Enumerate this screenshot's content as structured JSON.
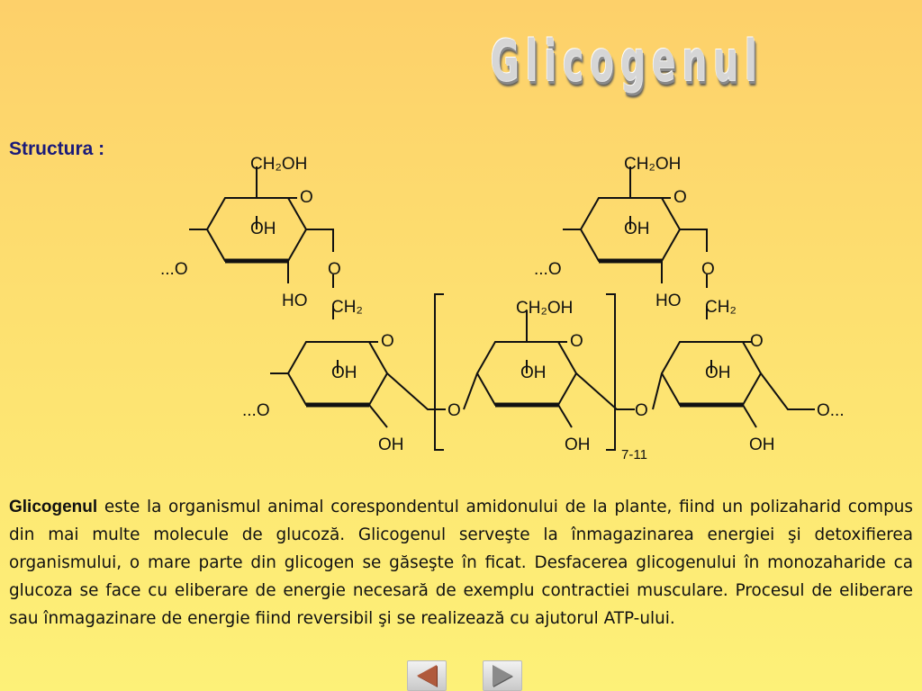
{
  "slide": {
    "title": "Glicogenul",
    "section_label": "Structura :"
  },
  "structure": {
    "units": [
      {
        "ch2oh": "CH₂OH",
        "ring_o": "O",
        "oh_top": "OH",
        "oh_bottom": "HO",
        "left_o": "...O",
        "link_o": "O",
        "link_ch2": "CH₂"
      },
      {
        "ch2oh": "CH₂OH",
        "ring_o": "O",
        "oh_top": "OH",
        "oh_bottom": "HO",
        "left_o": "...O",
        "link_o": "O",
        "link_ch2": "CH₂"
      }
    ],
    "chain": [
      {
        "ring_o": "O",
        "oh_top": "OH",
        "oh_bottom": "OH",
        "left_o": "...O"
      },
      {
        "ch2oh": "CH₂OH",
        "ring_o": "O",
        "oh_top": "OH",
        "oh_bottom": "OH",
        "link_o_left": "O",
        "link_o_right": "O"
      },
      {
        "ring_o": "O",
        "oh_top": "OH",
        "oh_bottom": "OH",
        "right_o": "O..."
      }
    ],
    "repeat_label": "7-11"
  },
  "description": {
    "lead": "Glicogenul",
    "body": " este la organismul animal corespondentul amidonului de la plante, fiind un polizaharid compus din mai multe molecule de glucoză. Glicogenul serveşte la înmagazinarea energiei şi detoxifierea organismului, o mare parte din glicogen se găseşte în ficat. Desfacerea glicogenului în monozaharide ca glucoza se face cu eliberare de energie necesară de exemplu contractiei musculare. Procesul de eliberare sau înmagazinare de energie fiind reversibil şi se realizează cu ajutorul ATP-ului."
  },
  "navigation": {
    "prev_icon": "triangle-left-icon",
    "next_icon": "triangle-right-icon"
  }
}
